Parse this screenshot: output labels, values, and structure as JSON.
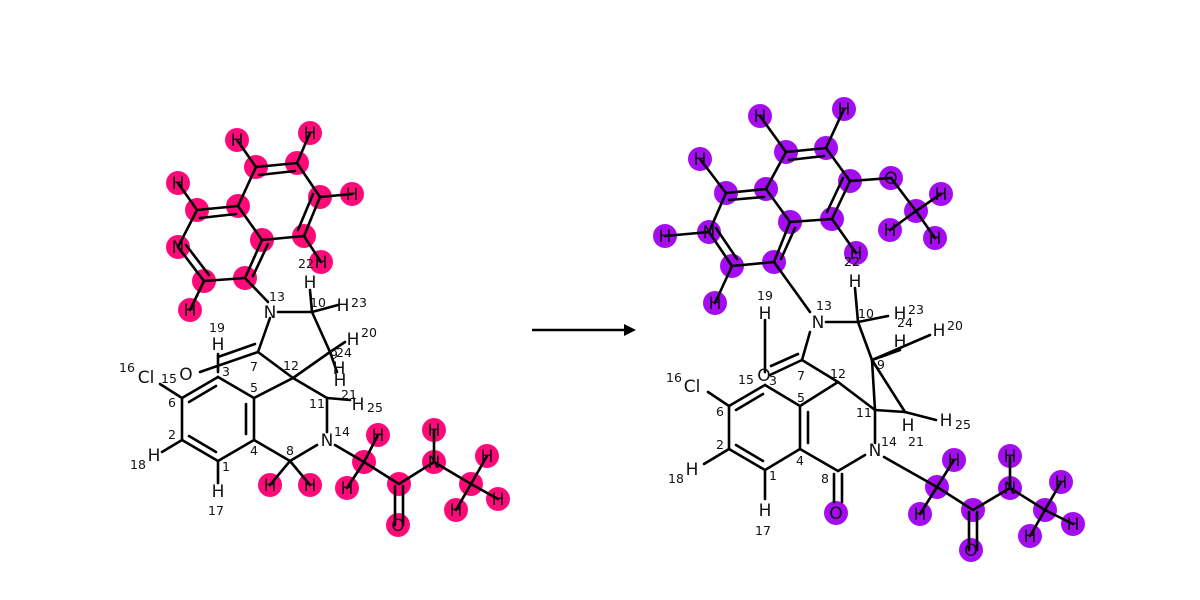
{
  "left": {
    "highlight_color": "#ff0a78",
    "labels": [
      {
        "t": "Cl",
        "i": "15",
        "num": "16"
      },
      {
        "t": "O",
        "i": "3"
      },
      {
        "t": "H",
        "i": "19"
      },
      {
        "t": "N",
        "i": "13"
      },
      {
        "t": "H",
        "i": "23"
      },
      {
        "t": "H",
        "i": "20"
      },
      {
        "t": "H",
        "i": "24"
      },
      {
        "t": "H",
        "i": "21"
      },
      {
        "t": "H",
        "i": "25"
      },
      {
        "t": "N",
        "i": "14"
      },
      {
        "t": "H",
        "i": "18"
      },
      {
        "t": "H",
        "i": "17"
      },
      {
        "t": "H",
        "i": "22"
      },
      {
        "t": "H",
        "i": "10"
      }
    ],
    "hatoms": [
      "H",
      "H",
      "H",
      "H",
      "H",
      "N",
      "H",
      "H",
      "H",
      "H",
      "H",
      "H",
      "H",
      "O",
      "N",
      "H",
      "H",
      "H",
      "H"
    ],
    "indices": [
      "6",
      "2",
      "1",
      "4",
      "5",
      "7",
      "12",
      "9",
      "11",
      "8",
      "10",
      "22"
    ]
  },
  "right": {
    "highlight_color": "#a30df0",
    "labels": [
      {
        "t": "Cl",
        "i": "15",
        "num": "16"
      },
      {
        "t": "O",
        "i": "3"
      },
      {
        "t": "H",
        "i": "19"
      },
      {
        "t": "N",
        "i": "13"
      },
      {
        "t": "H",
        "i": "23"
      },
      {
        "t": "H",
        "i": "24"
      },
      {
        "t": "H",
        "i": "20"
      },
      {
        "t": "H",
        "i": "21"
      },
      {
        "t": "H",
        "i": "25"
      },
      {
        "t": "N",
        "i": "14"
      },
      {
        "t": "H",
        "i": "18"
      },
      {
        "t": "H",
        "i": "17"
      },
      {
        "t": "H",
        "i": "22"
      },
      {
        "t": "H",
        "i": "10"
      },
      {
        "t": "O",
        "i": "8"
      }
    ],
    "hatoms": [
      "H",
      "H",
      "H",
      "H",
      "O",
      "H",
      "H",
      "H",
      "H",
      "N",
      "H",
      "H",
      "H",
      "H",
      "H",
      "N",
      "H",
      "H",
      "H",
      "H",
      "O"
    ],
    "indices": [
      "6",
      "2",
      "1",
      "4",
      "5",
      "7",
      "12",
      "9",
      "11",
      "22"
    ]
  }
}
